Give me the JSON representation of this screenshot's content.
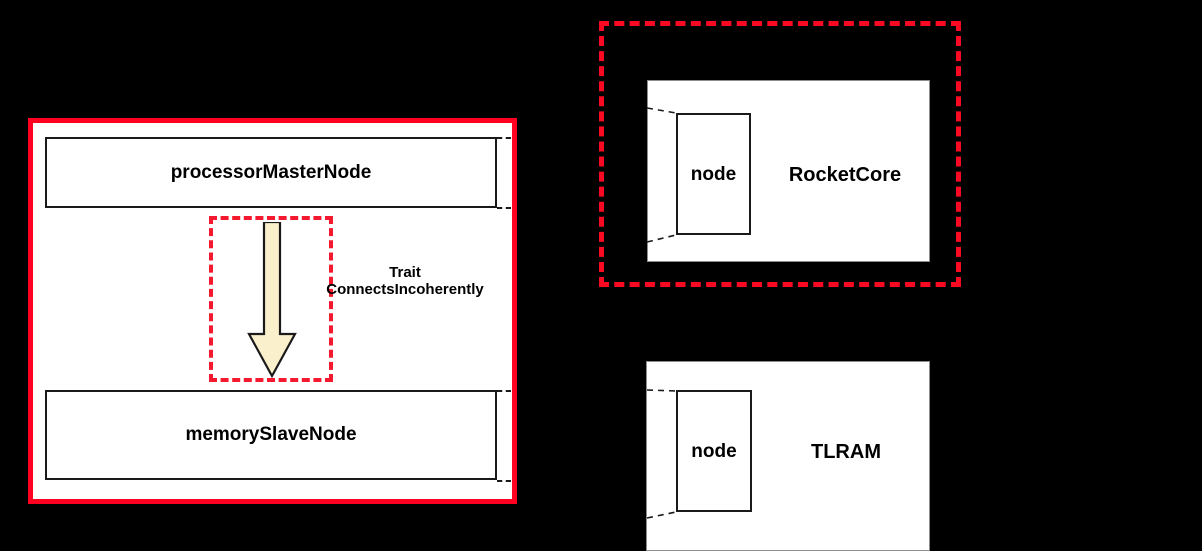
{
  "diagram": {
    "background_color": "#000000",
    "groups": {
      "left_connection_group": {
        "border_style": "solid",
        "border_color": "#FF0020",
        "nodes": [
          {
            "id": "processorMasterNode",
            "label": "processorMasterNode"
          },
          {
            "id": "memorySlaveNode",
            "label": "memorySlaveNode"
          }
        ],
        "connection": {
          "direction": "down",
          "arrow_fill": "#FBF0CC",
          "arrow_stroke": "#1A1A1A",
          "highlight_border_color": "#F5192F",
          "highlight_border_style": "dashed",
          "annotation_line1": "Trait",
          "annotation_line2": "ConnectsIncoherently",
          "annotation_full": "Trait\nConnectsIncoherently"
        }
      },
      "rocketcore_group": {
        "border_style": "dashed",
        "border_color": "#FA0A22",
        "card_title": "RocketCore",
        "inner_node_label": "node",
        "card_background": "#FFFFFF"
      },
      "tlram_group": {
        "border_style": "none",
        "card_title": "TLRAM",
        "inner_node_label": "node",
        "card_background": "#FFFFFF"
      }
    }
  }
}
